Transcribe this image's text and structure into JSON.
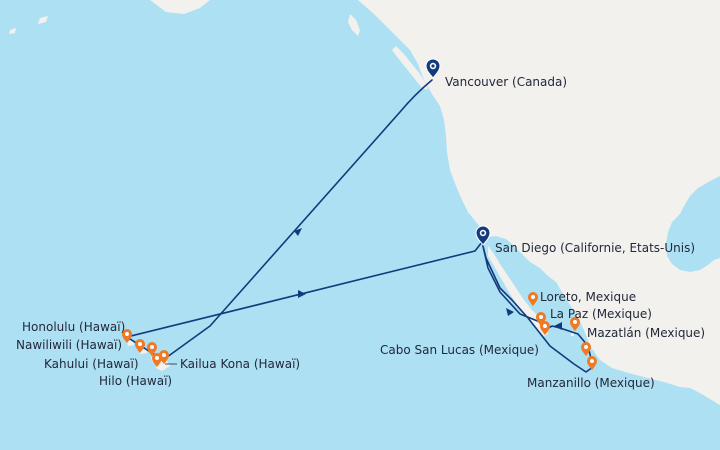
{
  "colors": {
    "ocean": "#aee0f4",
    "land": "#f3f1ee",
    "route": "#123a7c",
    "homeport_marker": "#123a7c",
    "port_marker": "#f07a24"
  },
  "homeports": [
    {
      "id": "vancouver",
      "label": "Vancouver (Canada)"
    },
    {
      "id": "san-diego",
      "label": "San Diego (Californie, Etats-Unis)"
    }
  ],
  "ports": [
    {
      "id": "honolulu",
      "label": "Honolulu (Hawaï)"
    },
    {
      "id": "nawiliwili",
      "label": "Nawiliwili (Hawaï)"
    },
    {
      "id": "kahului",
      "label": "Kahului (Hawaï)"
    },
    {
      "id": "hilo",
      "label": "Hilo (Hawaï)"
    },
    {
      "id": "kailua-kona",
      "label": "Kailua Kona (Hawaï)"
    },
    {
      "id": "loreto",
      "label": "Loreto, Mexique"
    },
    {
      "id": "la-paz",
      "label": "La Paz (Mexique)"
    },
    {
      "id": "mazatlan",
      "label": "Mazatlán (Mexique)"
    },
    {
      "id": "cabo-san-lucas",
      "label": "Cabo San Lucas (Mexique)"
    },
    {
      "id": "manzanillo",
      "label": "Manzanillo (Mexique)"
    }
  ]
}
